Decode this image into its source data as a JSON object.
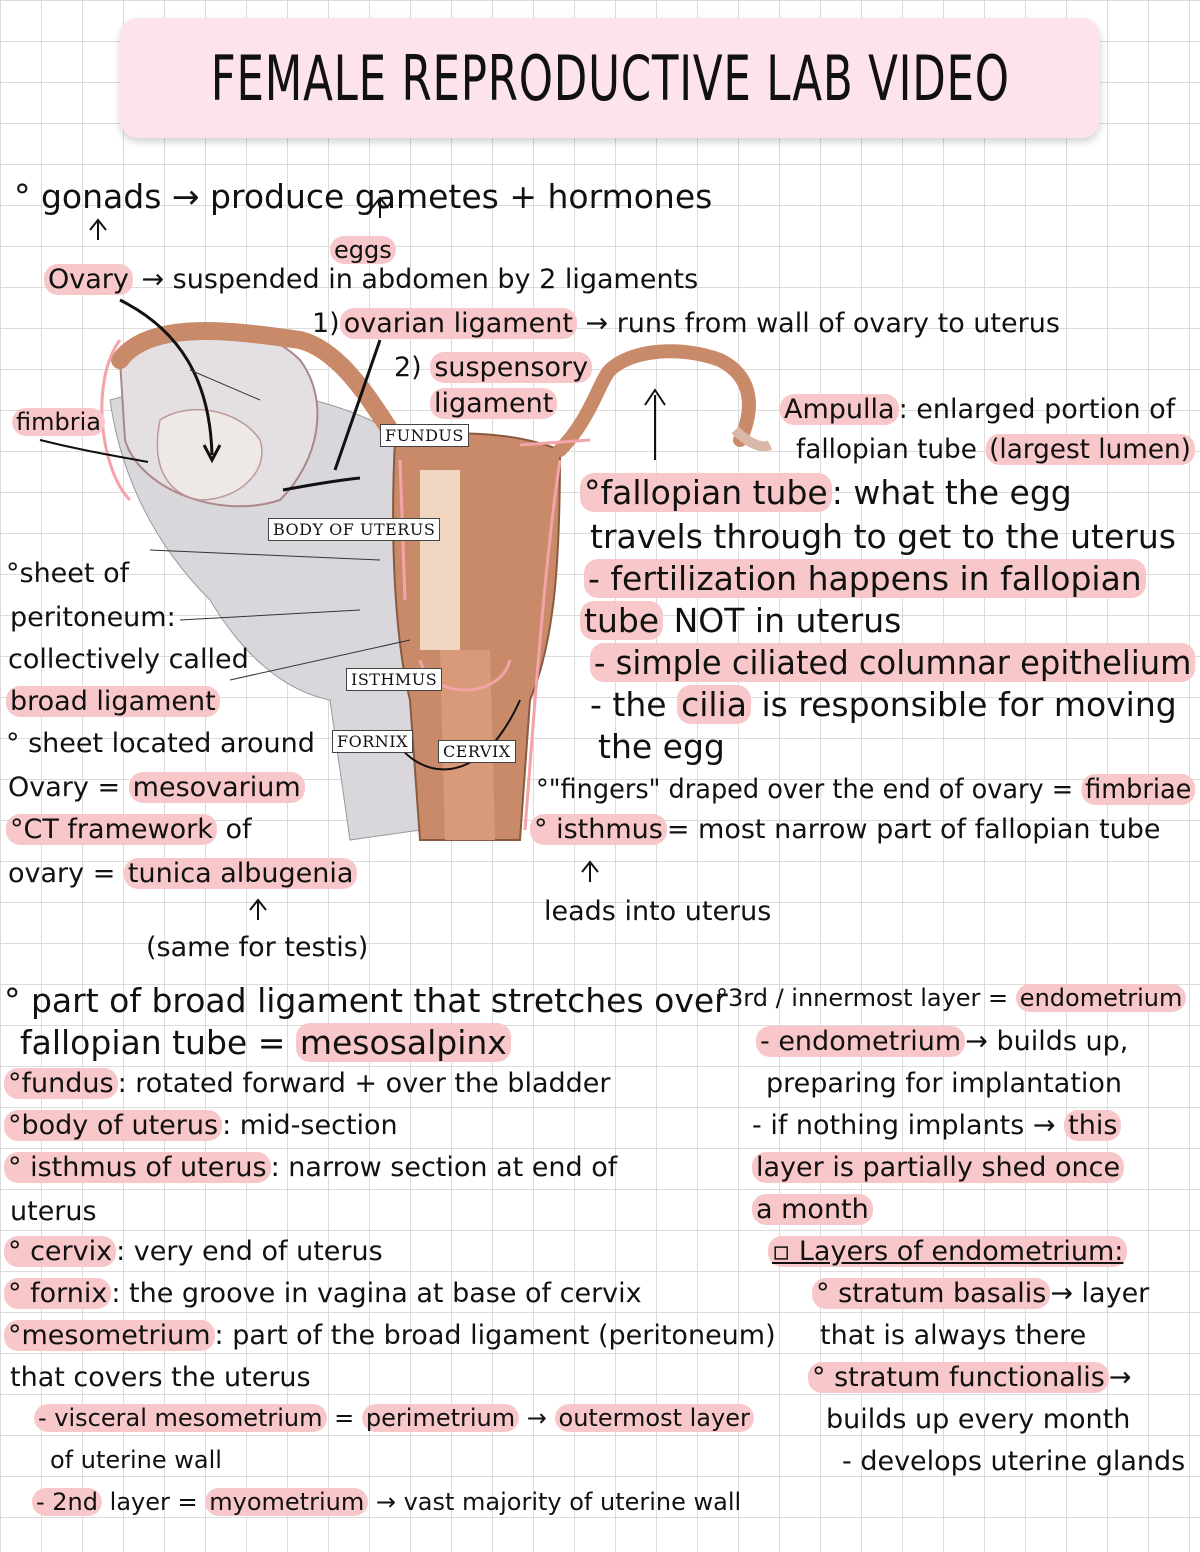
{
  "title": "FEMALE REPRODUCTIVE LAB VIDEO",
  "top": {
    "gonads": "° gonads → produce gametes + hormones",
    "eggs": "eggs",
    "ovary_word": "Ovary",
    "ovary_rest": "→ suspended in abdomen by 2 ligaments",
    "lig1_num": "1)",
    "lig1_hl": "ovarian ligament",
    "lig1_rest": "→ runs from wall of ovary to uterus",
    "lig2_num": "2)",
    "lig2_hl1": "suspensory",
    "lig2_hl2": "ligament"
  },
  "diagram_labels": {
    "fimbria": "fimbria",
    "fundus": "FUNDUS",
    "body": "BODY OF UTERUS",
    "isthmus": "ISTHMUS",
    "fornix": "FORNIX",
    "cervix": "CERVIX"
  },
  "left": {
    "l1": "°sheet of",
    "l2": "peritoneum:",
    "l3": "collectively called",
    "l4_hl": "broad ligament",
    "l5": "° sheet located around",
    "l6": "Ovary =",
    "l6_hl": "mesovarium",
    "l7_hl": "°CT framework",
    "l7_rest": "of",
    "l8": "ovary =",
    "l8_hl": "tunica albugenia",
    "same": "(same for testis)"
  },
  "right": {
    "ampulla_hl": "Ampulla",
    "ampulla_rest": ": enlarged portion of",
    "ampulla_2": "fallopian tube",
    "ampulla_2_hl": "(largest lumen)",
    "ft_hl": "°fallopian tube",
    "ft_rest": ": what the egg",
    "ft_2": "travels through to get to the uterus",
    "fert_hl": "- fertilization happens in fallopian",
    "fert_2_hl": "tube",
    "fert_2_rest": "NOT in uterus",
    "simple_hl": "- simple ciliated columnar epithelium",
    "cilia_pre": "- the",
    "cilia_hl": "cilia",
    "cilia_rest": "is responsible for moving",
    "egg": "the egg",
    "fingers": "°\"fingers\" draped over the end of ovary =",
    "fingers_hl": "fimbriae",
    "isth_hl": "° isthmus",
    "isth_rest": "= most narrow part of fallopian tube",
    "leads": "leads into uterus"
  },
  "bottom_left": {
    "b1": "° part of broad ligament that stretches over",
    "b2": "fallopian tube =",
    "b2_hl": "mesosalpinx",
    "b3_hl": "°fundus",
    "b3_rest": ": rotated forward + over the bladder",
    "b4_hl": "°body of uterus",
    "b4_rest": ": mid-section",
    "b5_hl": "° isthmus of uterus",
    "b5_rest": ": narrow section at end of",
    "b6": "uterus",
    "b7_hl": "° cervix",
    "b7_rest": ": very end of uterus",
    "b8_hl": "° fornix",
    "b8_rest": ": the groove in vagina at base of cervix",
    "b9_hl": "°mesometrium",
    "b9_rest": ": part of the broad ligament (peritoneum)",
    "b10": "that covers the uterus",
    "b11_hl1": "- visceral mesometrium",
    "b11_mid": "=",
    "b11_hl2": "perimetrium",
    "b11_arrow": "→",
    "b11_hl3": "outermost layer",
    "b12": "of uterine wall",
    "b13_hl1": "- 2nd",
    "b13_mid": "layer =",
    "b13_hl2": "myometrium",
    "b13_rest": "→ vast majority of uterine wall"
  },
  "bottom_right": {
    "r1": "°3rd / innermost layer =",
    "r1_hl": "endometrium",
    "r2_hl": "- endometrium",
    "r2_rest": "→ builds up,",
    "r3": "preparing for implantation",
    "r4": "- if nothing implants →",
    "r4_hl": "this",
    "r5_hl": "layer is partially shed once",
    "r6_hl": "a month",
    "r7_hl": "▫ Layers of endometrium:",
    "r8_hl": "° stratum basalis",
    "r8_rest": "→ layer",
    "r9": "that is always there",
    "r10_hl": "° stratum functionalis",
    "r10_rest": "→",
    "r11": "builds up every month",
    "r12": "- develops uterine glands"
  }
}
